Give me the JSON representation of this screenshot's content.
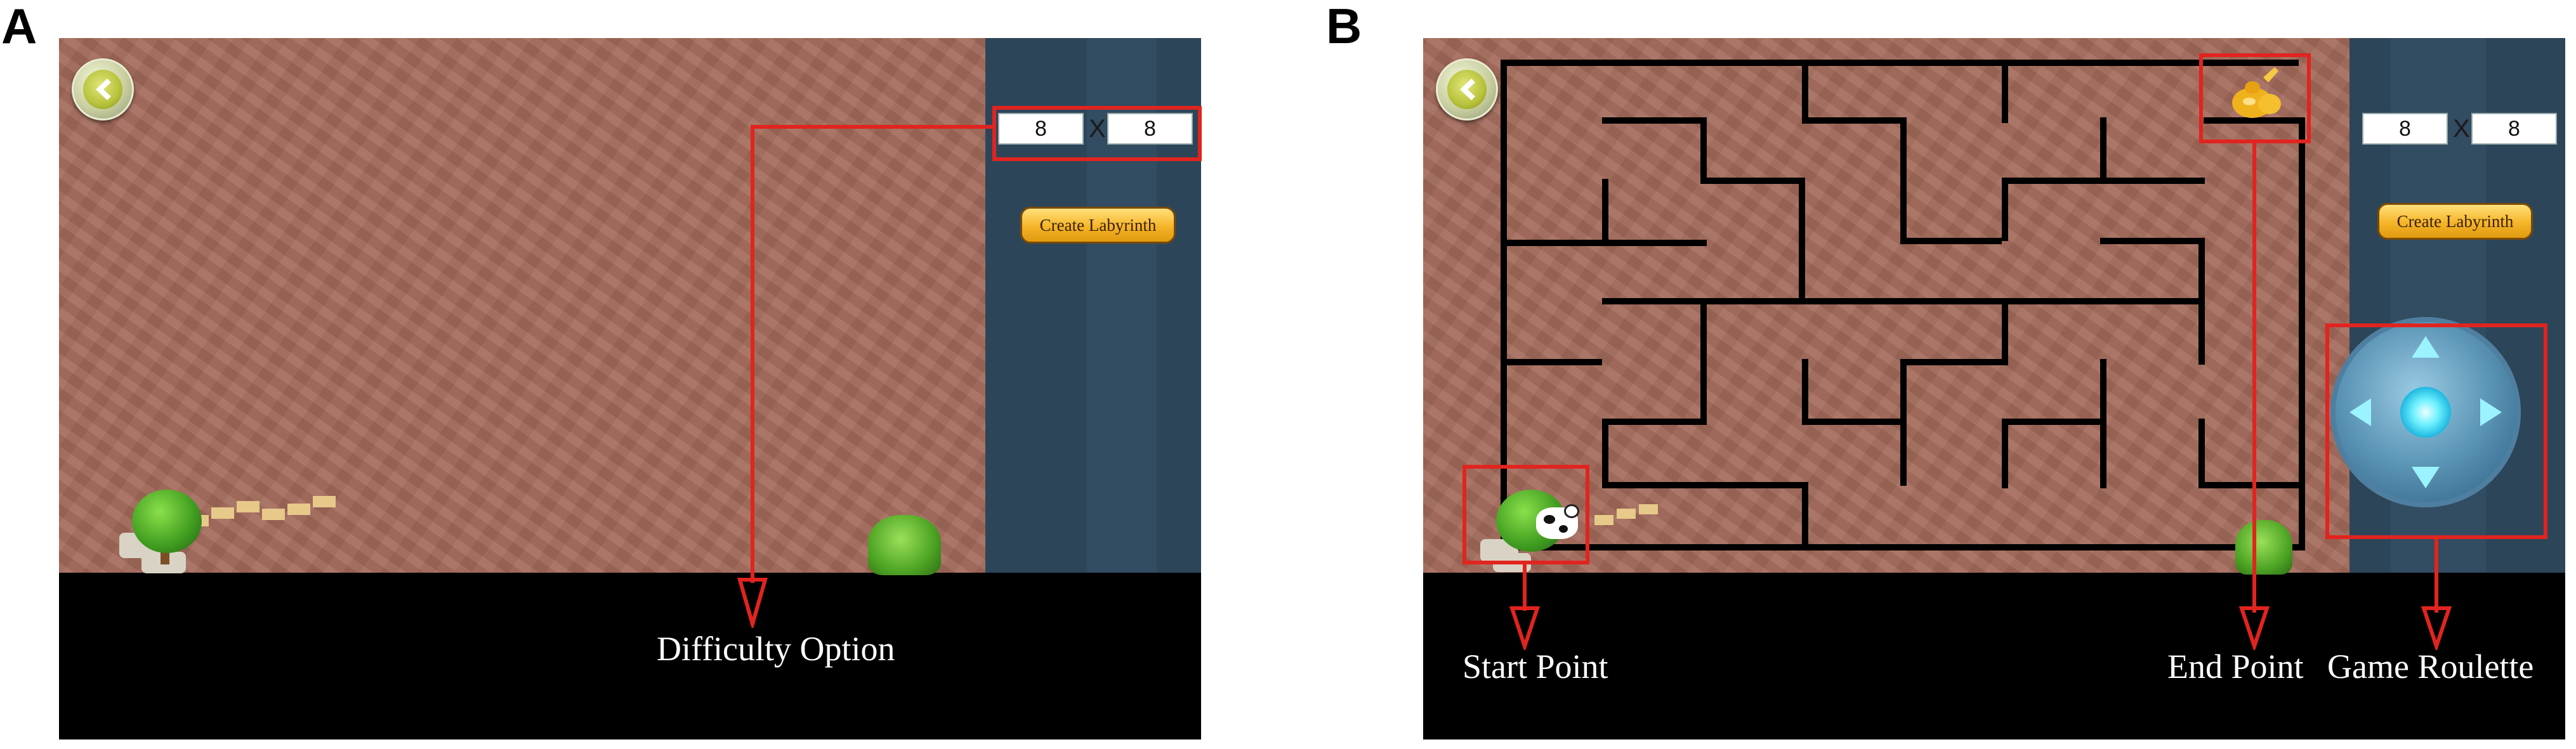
{
  "panel_a": {
    "letter": "A",
    "maze_size": {
      "rows_value": "8",
      "separator": "X",
      "cols_value": "8"
    },
    "create_button_label": "Create Labyrinth",
    "callout_label": "Difficulty Option"
  },
  "panel_b": {
    "letter": "B",
    "maze_size": {
      "rows_value": "8",
      "separator": "X",
      "cols_value": "8"
    },
    "create_button_label": "Create Labyrinth",
    "callouts": {
      "start": "Start Point",
      "end": "End Point",
      "roulette": "Game Roulette"
    }
  },
  "colors": {
    "highlight": "#e1241f",
    "brick_background": "#a36a5a",
    "side_panel": "#2d4559",
    "maze_wall": "#000000",
    "button_gold": "#f6b428"
  },
  "icons": [
    "back-arrow-icon",
    "arrow-up-icon",
    "arrow-down-icon",
    "arrow-left-icon",
    "arrow-right-icon",
    "cow-icon",
    "money-bag-icon",
    "tree-icon",
    "bush-icon"
  ]
}
